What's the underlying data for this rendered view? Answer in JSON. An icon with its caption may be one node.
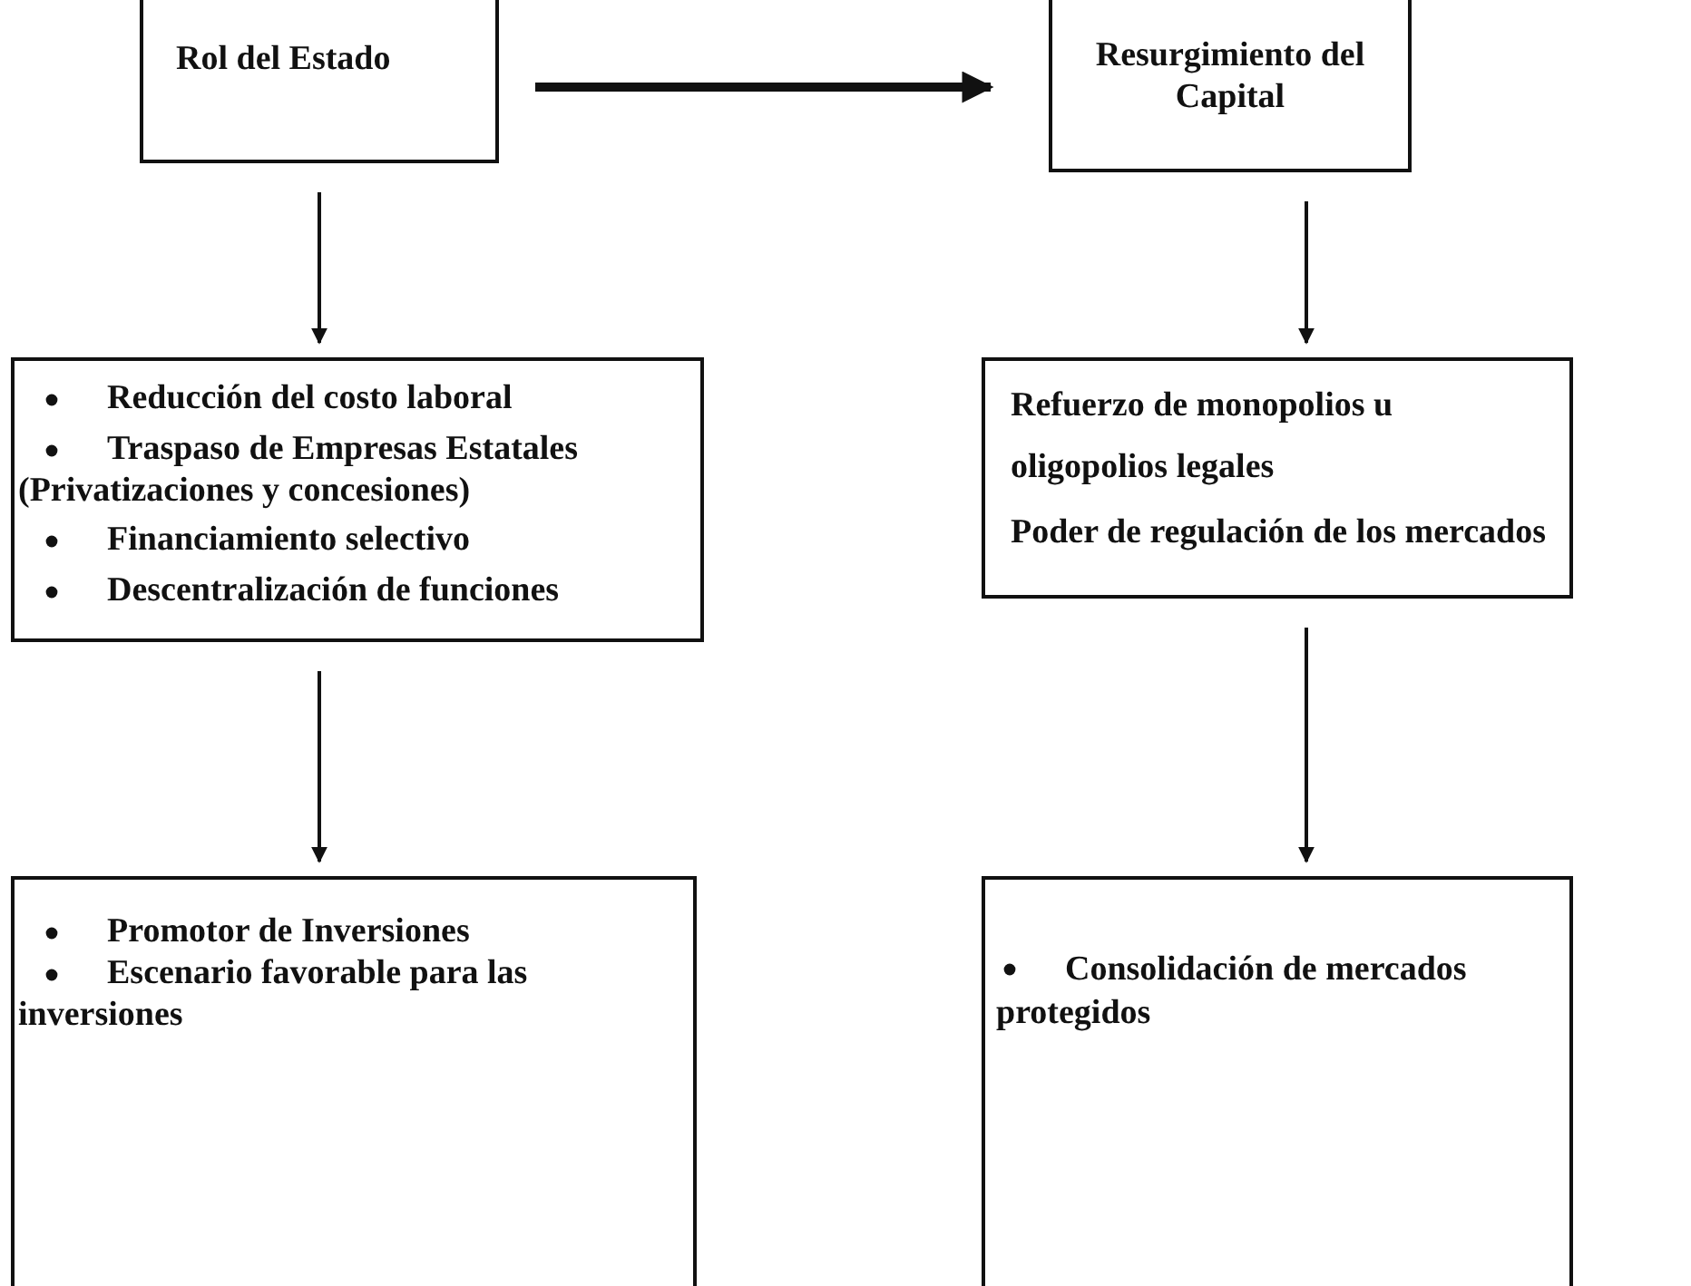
{
  "diagram": {
    "nodes": [
      {
        "text": [
          "Rol del Estado"
        ]
      },
      {
        "text": [
          "Resurgimiento del Capital"
        ]
      },
      {
        "text": [
          "Reducción del costo laboral",
          "Traspaso de Empresas Estatales (Privatizaciones y concesiones)",
          "Financiamiento selectivo",
          "Descentralización de funciones"
        ]
      },
      {
        "text": [
          "Refuerzo de monopolios u oligopolios legales",
          "Poder de regulación de los mercados"
        ]
      },
      {
        "text": [
          "Promotor de Inversiones",
          "Escenario favorable para las inversiones"
        ]
      },
      {
        "text": [
          "Consolidación de mercados protegidos"
        ]
      }
    ],
    "edges": [
      {
        "from": 0,
        "to": 1,
        "arrow": "to",
        "style": "thick"
      },
      {
        "from": 0,
        "to": 2,
        "arrow": "to"
      },
      {
        "from": 1,
        "to": 3,
        "arrow": "to"
      },
      {
        "from": 2,
        "to": 4,
        "arrow": "to"
      },
      {
        "from": 3,
        "to": 5,
        "arrow": "to"
      }
    ]
  }
}
